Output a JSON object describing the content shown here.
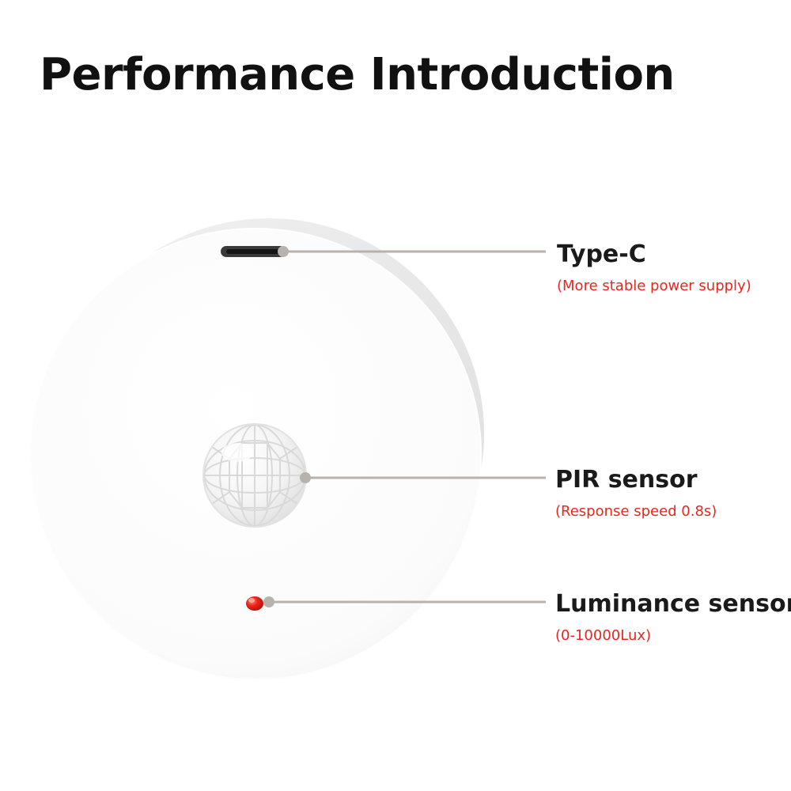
{
  "title": "Performance Introduction",
  "callouts": [
    {
      "label": "Type-C",
      "note": "(More stable power supply)"
    },
    {
      "label": "PIR sensor",
      "note": "(Response speed 0.8s)"
    },
    {
      "label": "Luminance sensor",
      "note": "(0-10000Lux)"
    }
  ],
  "colors": {
    "leader_line": "#b8b2ad",
    "note_text": "#e8261c",
    "led": "#e81d12"
  }
}
